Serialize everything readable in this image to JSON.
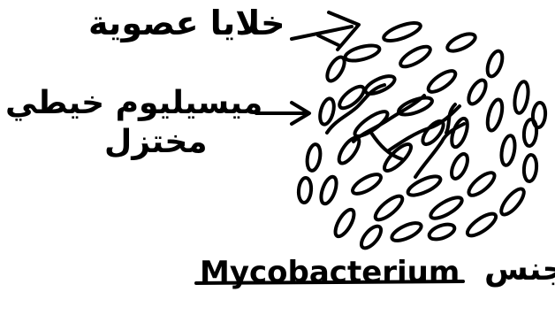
{
  "diagram": {
    "labels": {
      "cells": "خلايا عصوية",
      "mycelium_line1": "ميسيليوم خيطي",
      "mycelium_line2": "مختزل",
      "genus_prefix": "جنس",
      "genus_name": "Mycobacterium"
    },
    "colors": {
      "ink": "#000000",
      "background": "#ffffff"
    }
  }
}
